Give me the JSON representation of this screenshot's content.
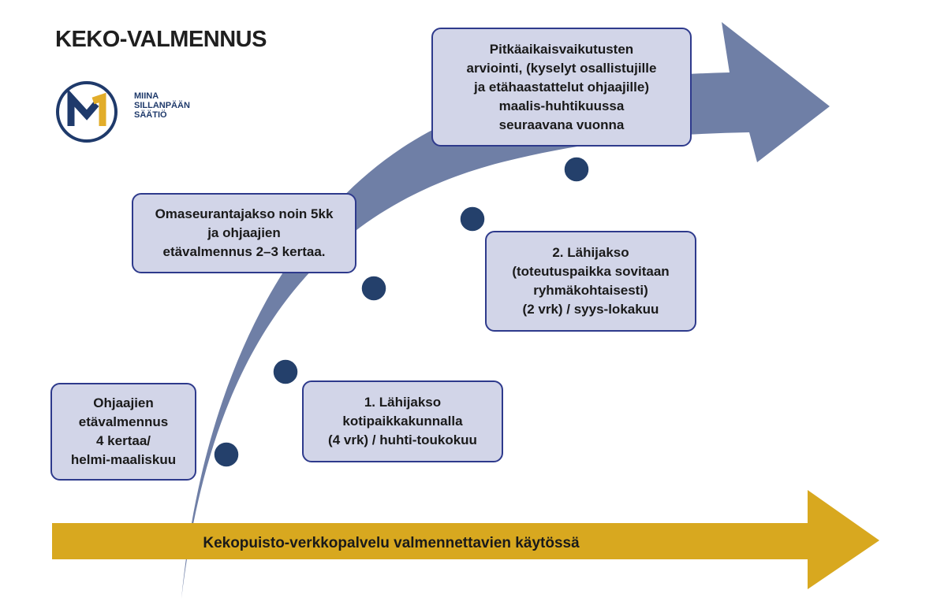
{
  "title": "KEKO-VALMENNUS",
  "logo": {
    "lines": [
      "MIINA",
      "SILLANPÄÄN",
      "SÄÄTIÖ"
    ],
    "colors": {
      "navy": "#1f3a6b",
      "gold": "#e2ad2a"
    }
  },
  "colors": {
    "arrow": "#6f7fa6",
    "box_fill": "#d2d5e8",
    "box_border": "#2e3a8c",
    "dot_fill": "#24406b",
    "timeline": "#d8a81f"
  },
  "boxes": {
    "ohjaajien": "Ohjaajien\netävalmennus\n4 kertaa/\nhelmi-maaliskuu",
    "lahijakso1": "1. Lähijakso\nkotipaikkakunnalla\n(4 vrk) / huhti-toukokuu",
    "omaseuranta": "Omaseurantajakso noin 5kk\nja ohjaajien\netävalmennus 2–3 kertaa.",
    "lahijakso2": "2. Lähijakso\n(toteutuspaikka sovitaan\nryhmäkohtaisesti)\n(2 vrk) / syys-lokakuu",
    "pitkaaikais": "Pitkäaikaisvaikutusten\narviointi, (kyselyt osallistujille\nja etähaastattelut ohjaajille)\nmaalis-huhtikuussa\nseuraavana vuonna"
  },
  "timeline_label": "Kekopuisto-verkkopalvelu valmennettavien käytössä"
}
